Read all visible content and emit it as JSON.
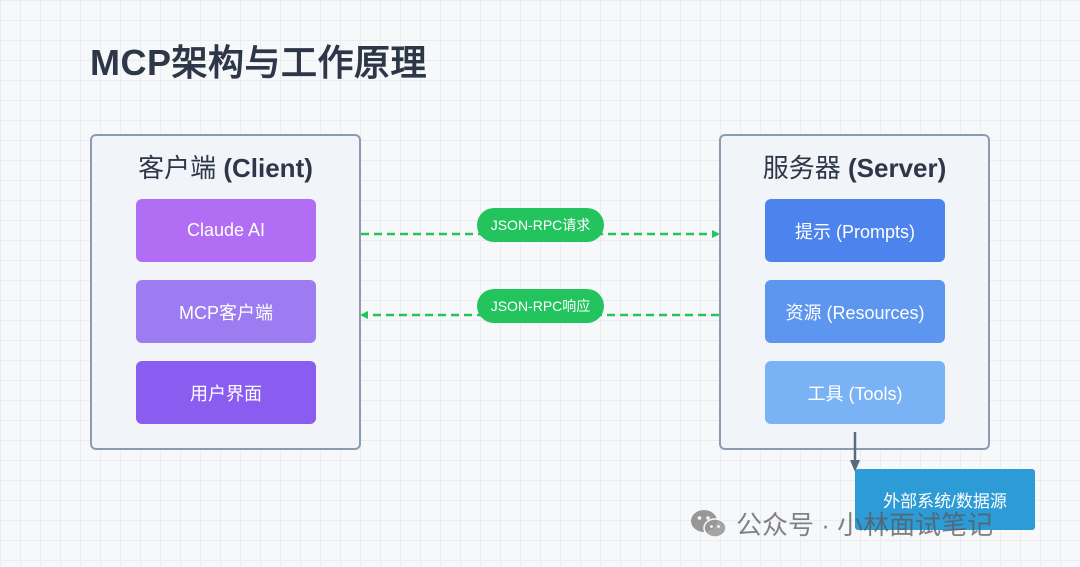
{
  "title": "MCP架构与工作原理",
  "client": {
    "title_cn": "客户端",
    "title_en": "(Client)",
    "items": [
      "Claude AI",
      "MCP客户端",
      "用户界面"
    ],
    "colors": [
      "#b16ef5",
      "#9d7cf2",
      "#8b5cf0"
    ]
  },
  "server": {
    "title_cn": "服务器",
    "title_en": "(Server)",
    "items": [
      "提示 (Prompts)",
      "资源 (Resources)",
      "工具 (Tools)"
    ],
    "colors": [
      "#4d83ec",
      "#5c96ef",
      "#7ab2f6"
    ]
  },
  "connections": {
    "request_label": "JSON-RPC请求",
    "response_label": "JSON-RPC响应",
    "line_color": "#23c45e"
  },
  "external": {
    "label": "外部系统/数据源",
    "color": "#2d9bd6"
  },
  "watermark": {
    "text": "公众号 · 小林面试笔记",
    "icon": "wechat-icon"
  }
}
